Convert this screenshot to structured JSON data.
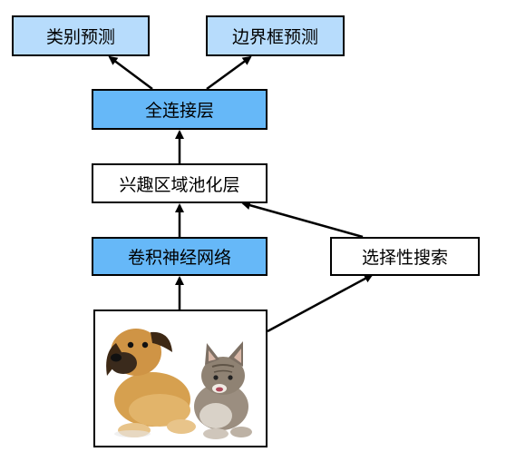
{
  "diagram": {
    "nodes": {
      "class_pred": "类别预测",
      "bbox_pred": "边界框预测",
      "fc": "全连接层",
      "roi_pool": "兴趣区域池化层",
      "cnn": "卷积神经网络",
      "selective_search": "选择性搜索"
    },
    "colors": {
      "output_fill": "#b7dcfc",
      "highlight_fill": "#66b8f8",
      "plain_fill": "#ffffff",
      "line": "#000000"
    }
  }
}
